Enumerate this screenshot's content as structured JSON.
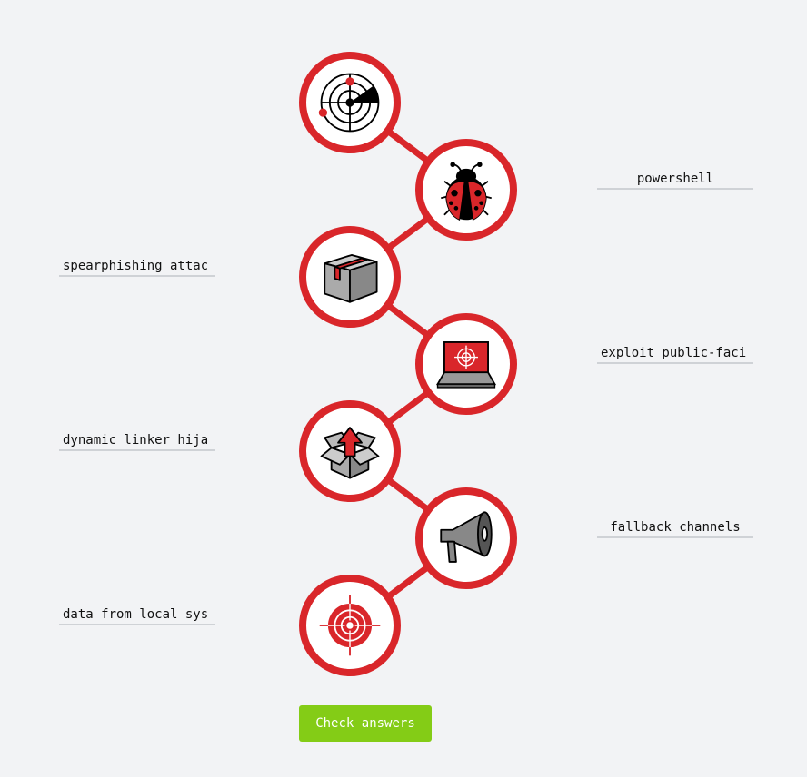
{
  "colors": {
    "accent": "#d9262a",
    "button": "#84cc16",
    "background": "#f2f3f5"
  },
  "steps": [
    {
      "icon": "radar-icon",
      "answer": null
    },
    {
      "icon": "ladybug-icon",
      "answer": "powershell",
      "side": "right"
    },
    {
      "icon": "package-icon",
      "answer": "spearphishing attac",
      "side": "left"
    },
    {
      "icon": "laptop-target-icon",
      "answer": "exploit public-faci",
      "side": "right"
    },
    {
      "icon": "open-box-arrow-icon",
      "answer": "dynamic linker hija",
      "side": "left"
    },
    {
      "icon": "megaphone-icon",
      "answer": "fallback channels",
      "side": "right"
    },
    {
      "icon": "target-icon",
      "answer": "data from local sys",
      "side": "left"
    }
  ],
  "check_button": "Check answers"
}
